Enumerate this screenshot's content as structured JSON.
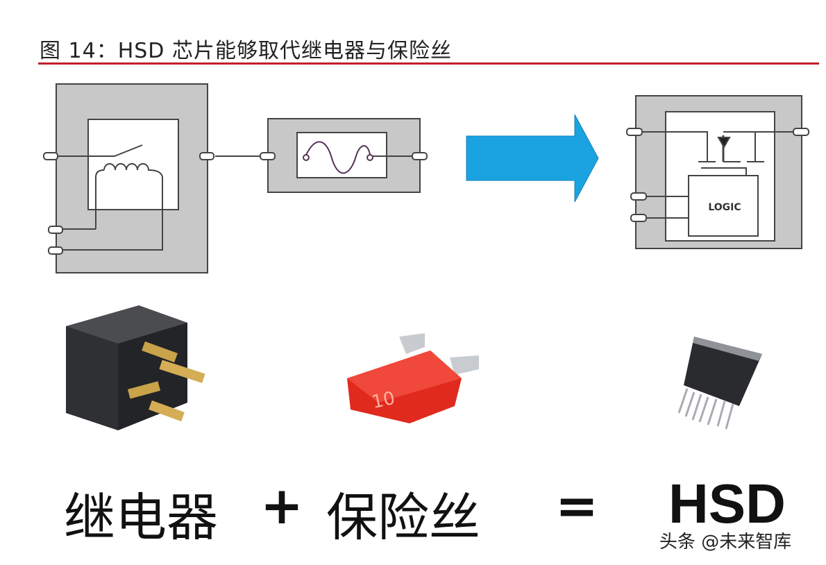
{
  "title": "图 14：HSD 芯片能够取代继电器与保险丝",
  "diagram": {
    "logic_label": "LOGIC",
    "fuse_rating": "10"
  },
  "equation": {
    "relay": "继电器",
    "plus": "+",
    "fuse": "保险丝",
    "equals": "=",
    "result": "HSD"
  },
  "watermark": "头条 @未来智库",
  "colors": {
    "accent_red": "#c0202a",
    "arrow_blue": "#1aa3e0",
    "box_gray": "#c8c8c8"
  }
}
